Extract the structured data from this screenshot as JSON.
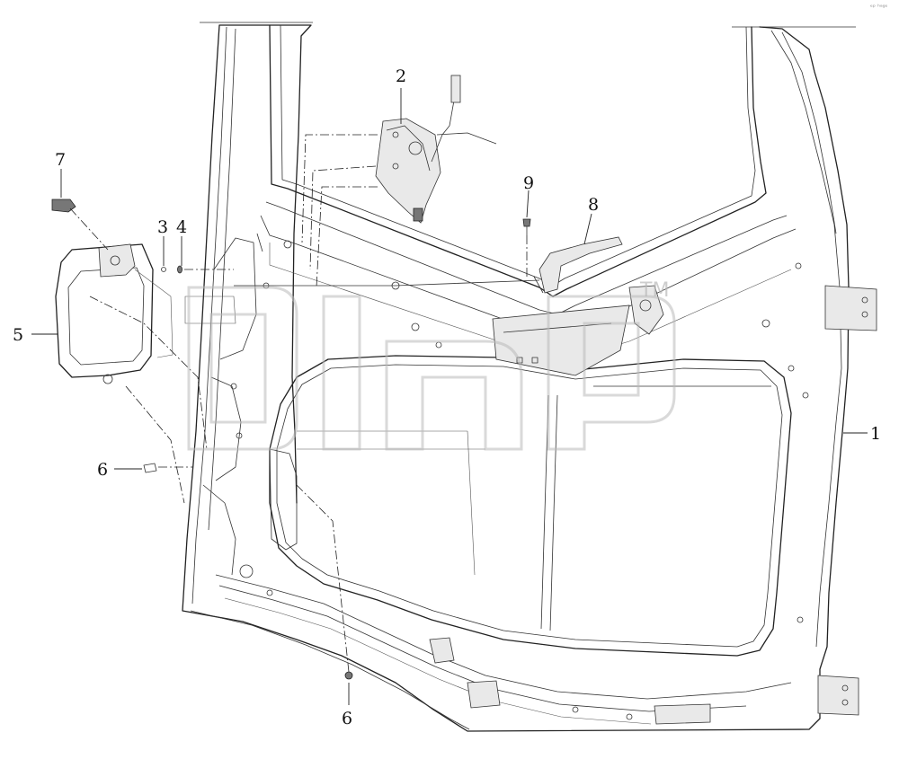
{
  "callouts": [
    {
      "id": "1",
      "label": "1"
    },
    {
      "id": "2",
      "label": "2"
    },
    {
      "id": "3",
      "label": "3"
    },
    {
      "id": "4",
      "label": "4"
    },
    {
      "id": "5",
      "label": "5"
    },
    {
      "id": "6a",
      "label": "6"
    },
    {
      "id": "6b",
      "label": "6"
    },
    {
      "id": "7",
      "label": "7"
    },
    {
      "id": "8",
      "label": "8"
    },
    {
      "id": "9",
      "label": "9"
    }
  ],
  "watermark": {
    "trademark": "TM"
  },
  "corner_mark": "ᵉᵖ ʰᵃᵍᵉ"
}
